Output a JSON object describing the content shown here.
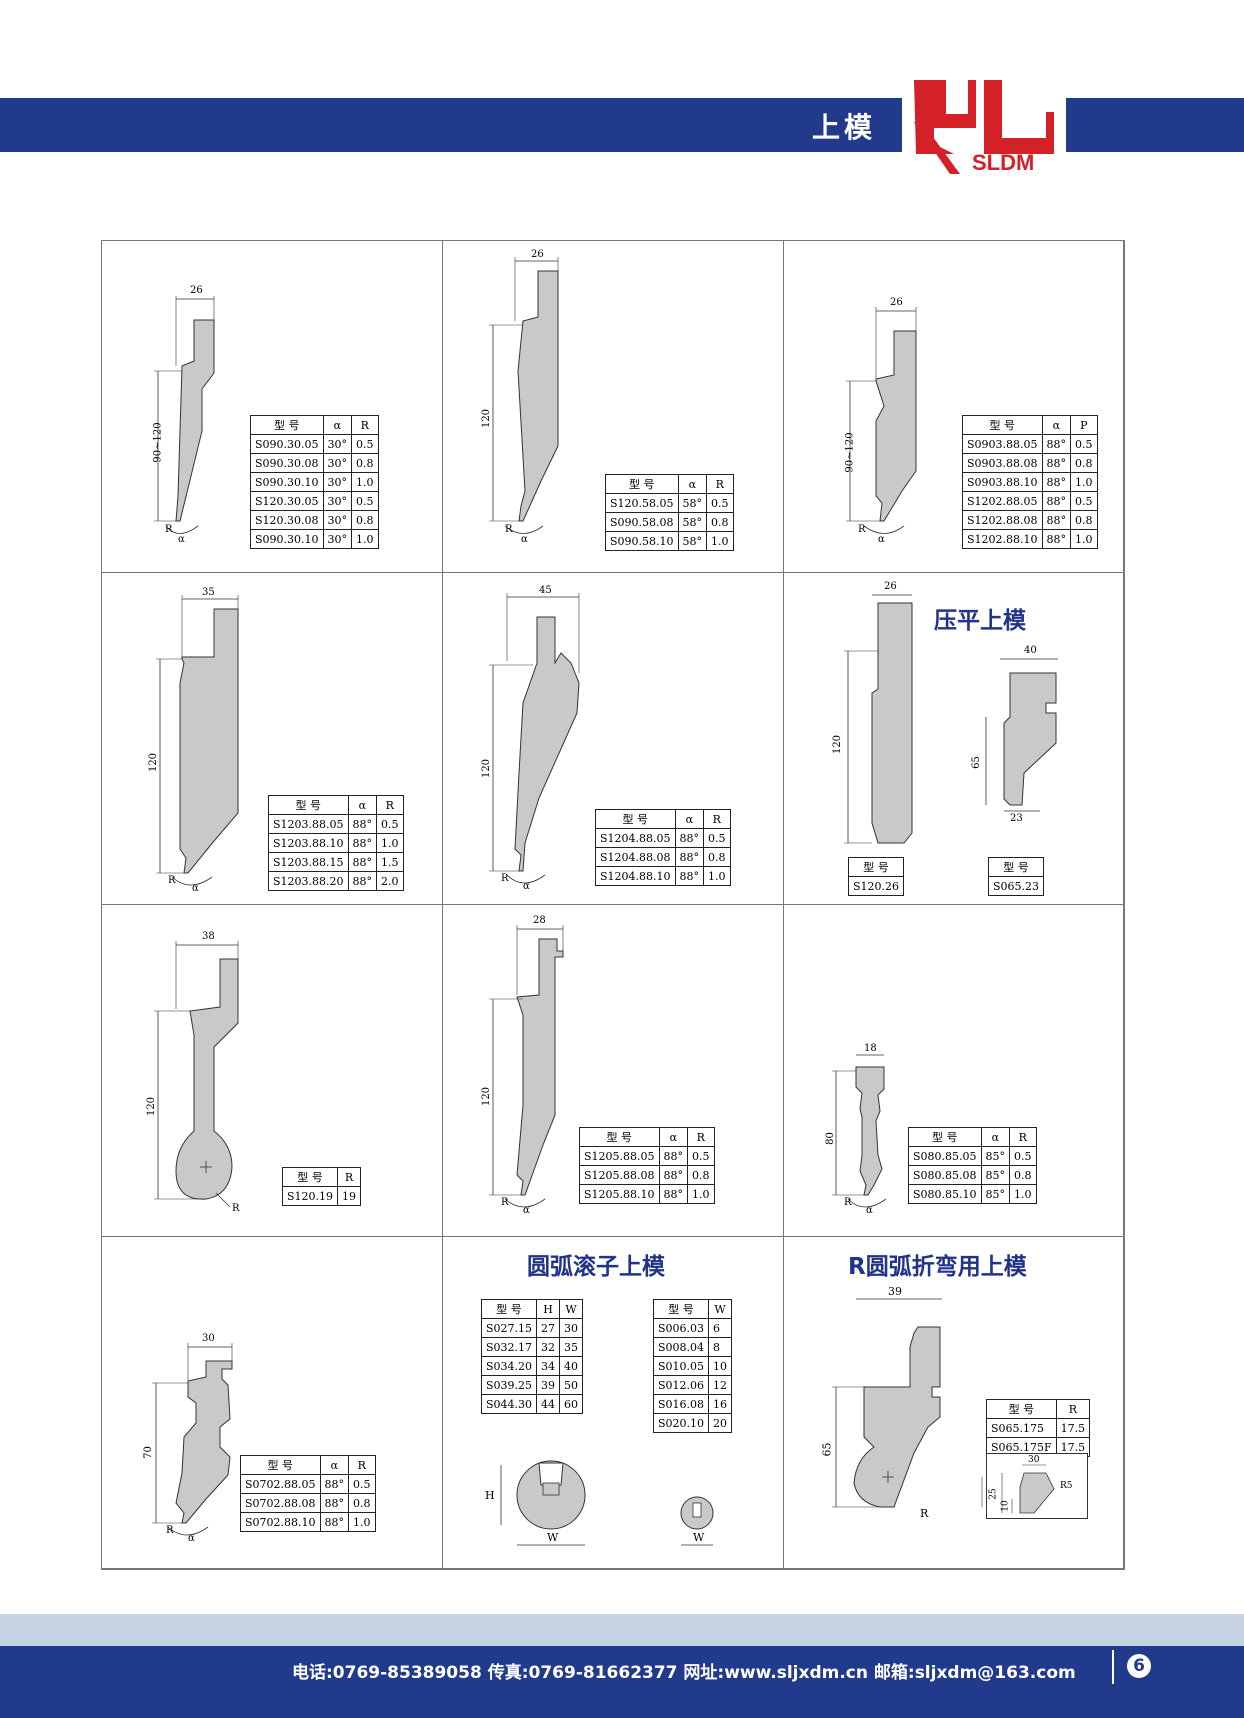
{
  "header": {
    "title": "上模",
    "logo_text": "SLDM"
  },
  "colors": {
    "brand": "#223a8c",
    "logo_red": "#d42127",
    "tool_fill": "#c9c9c9"
  },
  "cells": [
    {
      "dims": {
        "w": "26",
        "h": "90~120"
      },
      "headers": [
        "型 号",
        "α",
        "R"
      ],
      "rows": [
        [
          "S090.30.05",
          "30°",
          "0.5"
        ],
        [
          "S090.30.08",
          "30°",
          "0.8"
        ],
        [
          "S090.30.10",
          "30°",
          "1.0"
        ],
        [
          "S120.30.05",
          "30°",
          "0.5"
        ],
        [
          "S120.30.08",
          "30°",
          "0.8"
        ],
        [
          "S090.30.10",
          "30°",
          "1.0"
        ]
      ]
    },
    {
      "dims": {
        "w": "26",
        "h": "120"
      },
      "headers": [
        "型 号",
        "α",
        "R"
      ],
      "rows": [
        [
          "S120.58.05",
          "58°",
          "0.5"
        ],
        [
          "S090.58.08",
          "58°",
          "0.8"
        ],
        [
          "S090.58.10",
          "58°",
          "1.0"
        ]
      ]
    },
    {
      "dims": {
        "w": "26",
        "h": "90~120"
      },
      "headers": [
        "型 号",
        "α",
        "P"
      ],
      "rows": [
        [
          "S0903.88.05",
          "88°",
          "0.5"
        ],
        [
          "S0903.88.08",
          "88°",
          "0.8"
        ],
        [
          "S0903.88.10",
          "88°",
          "1.0"
        ],
        [
          "S1202.88.05",
          "88°",
          "0.5"
        ],
        [
          "S1202.88.08",
          "88°",
          "0.8"
        ],
        [
          "S1202.88.10",
          "88°",
          "1.0"
        ]
      ]
    },
    {
      "dims": {
        "w": "35",
        "h": "120"
      },
      "headers": [
        "型 号",
        "α",
        "R"
      ],
      "rows": [
        [
          "S1203.88.05",
          "88°",
          "0.5"
        ],
        [
          "S1203.88.10",
          "88°",
          "1.0"
        ],
        [
          "S1203.88.15",
          "88°",
          "1.5"
        ],
        [
          "S1203.88.20",
          "88°",
          "2.0"
        ]
      ]
    },
    {
      "dims": {
        "w": "45",
        "h": "120"
      },
      "headers": [
        "型 号",
        "α",
        "R"
      ],
      "rows": [
        [
          "S1204.88.05",
          "88°",
          "0.5"
        ],
        [
          "S1204.88.08",
          "88°",
          "0.8"
        ],
        [
          "S1204.88.10",
          "88°",
          "1.0"
        ]
      ]
    },
    {
      "title": "压平上模",
      "dims": {
        "w": "26",
        "h": "120",
        "w2": "40",
        "h2": "65",
        "b2": "23"
      },
      "t1": {
        "header": "型 号",
        "value": "S120.26"
      },
      "t2": {
        "header": "型 号",
        "value": "S065.23"
      }
    },
    {
      "dims": {
        "w": "38",
        "h": "120"
      },
      "headers": [
        "型 号",
        "R"
      ],
      "rows": [
        [
          "S120.19",
          "19"
        ]
      ]
    },
    {
      "dims": {
        "w": "28",
        "h": "120"
      },
      "headers": [
        "型 号",
        "α",
        "R"
      ],
      "rows": [
        [
          "S1205.88.05",
          "88°",
          "0.5"
        ],
        [
          "S1205.88.08",
          "88°",
          "0.8"
        ],
        [
          "S1205.88.10",
          "88°",
          "1.0"
        ]
      ]
    },
    {
      "dims": {
        "w": "18",
        "h": "80"
      },
      "headers": [
        "型 号",
        "α",
        "R"
      ],
      "rows": [
        [
          "S080.85.05",
          "85°",
          "0.5"
        ],
        [
          "S080.85.08",
          "85°",
          "0.8"
        ],
        [
          "S080.85.10",
          "85°",
          "1.0"
        ]
      ]
    },
    {
      "dims": {
        "w": "30",
        "h": "70"
      },
      "headers": [
        "型 号",
        "α",
        "R"
      ],
      "rows": [
        [
          "S0702.88.05",
          "88°",
          "0.5"
        ],
        [
          "S0702.88.08",
          "88°",
          "0.8"
        ],
        [
          "S0702.88.10",
          "88°",
          "1.0"
        ]
      ]
    },
    {
      "title": "圆弧滚子上模",
      "labels": {
        "H": "H",
        "W": "W"
      },
      "t1": {
        "headers": [
          "型 号",
          "H",
          "W"
        ],
        "rows": [
          [
            "S027.15",
            "27",
            "30"
          ],
          [
            "S032.17",
            "32",
            "35"
          ],
          [
            "S034.20",
            "34",
            "40"
          ],
          [
            "S039.25",
            "39",
            "50"
          ],
          [
            "S044.30",
            "44",
            "60"
          ]
        ]
      },
      "t2": {
        "headers": [
          "型 号",
          "W"
        ],
        "rows": [
          [
            "S006.03",
            "6"
          ],
          [
            "S008.04",
            "8"
          ],
          [
            "S010.05",
            "10"
          ],
          [
            "S012.06",
            "12"
          ],
          [
            "S016.08",
            "16"
          ],
          [
            "S020.10",
            "20"
          ]
        ]
      }
    },
    {
      "title": "R圆弧折弯用上模",
      "dims": {
        "w": "39",
        "h": "65",
        "d1": "30",
        "d2": "R5",
        "d3": "25",
        "d4": "10"
      },
      "headers": [
        "型 号",
        "R"
      ],
      "rows": [
        [
          "S065.175",
          "17.5"
        ],
        [
          "S065.175F",
          "17.5"
        ]
      ]
    }
  ],
  "symbols": {
    "R": "R",
    "alpha": "α"
  },
  "footer": {
    "contact": "电话:0769-85389058  传真:0769-81662377  网址:www.sljxdm.cn  邮箱:sljxdm@163.com",
    "page": "6"
  }
}
